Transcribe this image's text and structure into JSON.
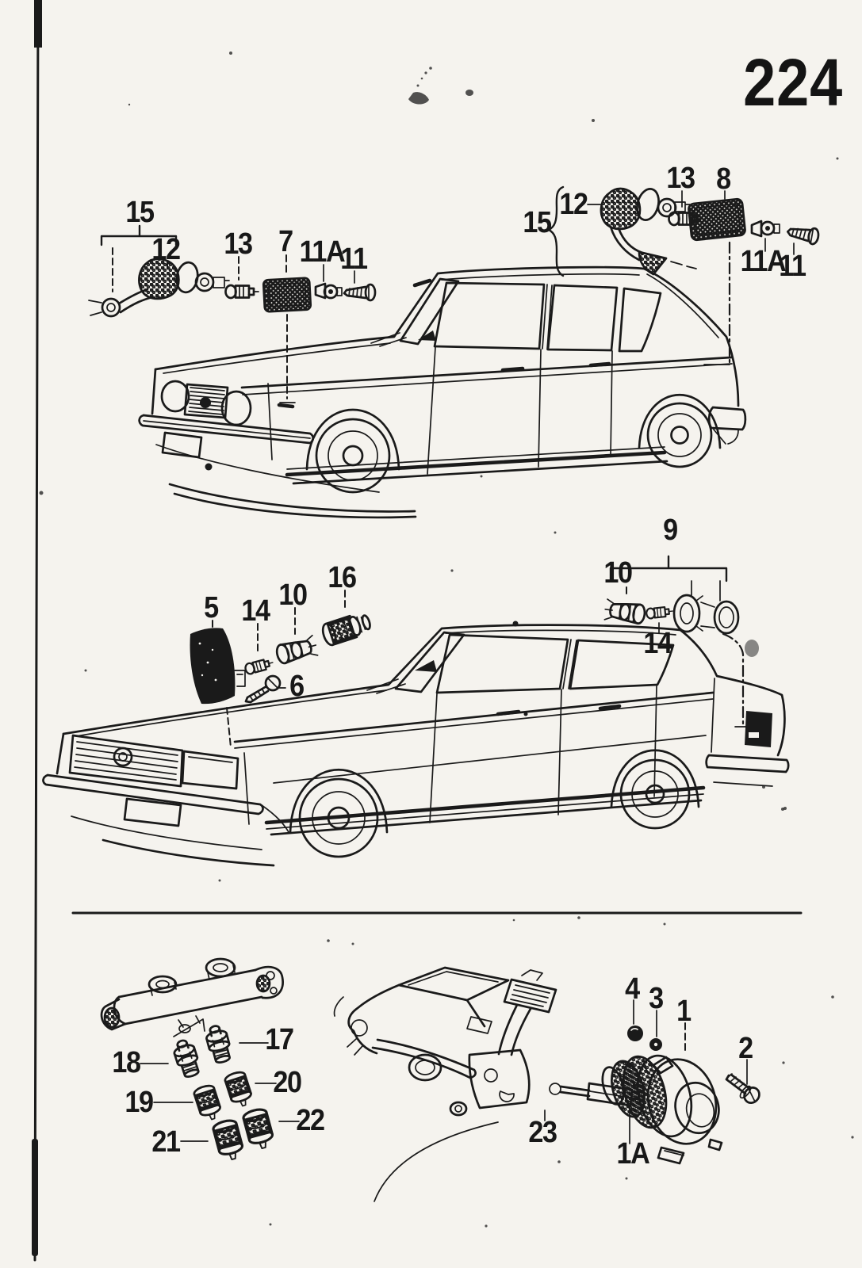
{
  "page": {
    "number": "224"
  },
  "colors": {
    "ink": "#1a1a1a",
    "paper": "#f5f3ee"
  },
  "top_diagram": {
    "description": "5-door hatchback side view with front and rear side marker lamp parts",
    "left_parts": {
      "n15": "15",
      "n12": "12",
      "n13": "13",
      "n7": "7",
      "n11a": "11A",
      "n11": "11"
    },
    "right_parts": {
      "n13": "13",
      "n8": "8",
      "n15": "15",
      "n12": "12",
      "n11a": "11A",
      "n11": "11"
    }
  },
  "middle_diagram": {
    "description": "4-door sedan side view with front turn-signal lamp and tail lamp parts",
    "left_parts": {
      "n5": "5",
      "n14": "14",
      "n10": "10",
      "n16": "16",
      "n6": "6"
    },
    "right_parts": {
      "n9": "9",
      "n10": "10",
      "n14": "14"
    }
  },
  "bottom_diagram": {
    "description": "brake master cylinder with senders, pedal bracket with stop-light switch, horn",
    "master_cylinder_parts": {
      "n17": "17",
      "n18": "18",
      "n20": "20",
      "n19": "19",
      "n22": "22",
      "n21": "21"
    },
    "pedal_parts": {
      "n23": "23"
    },
    "horn_parts": {
      "n4": "4",
      "n3": "3",
      "n1": "1",
      "n2": "2",
      "n1a": "1A"
    }
  }
}
